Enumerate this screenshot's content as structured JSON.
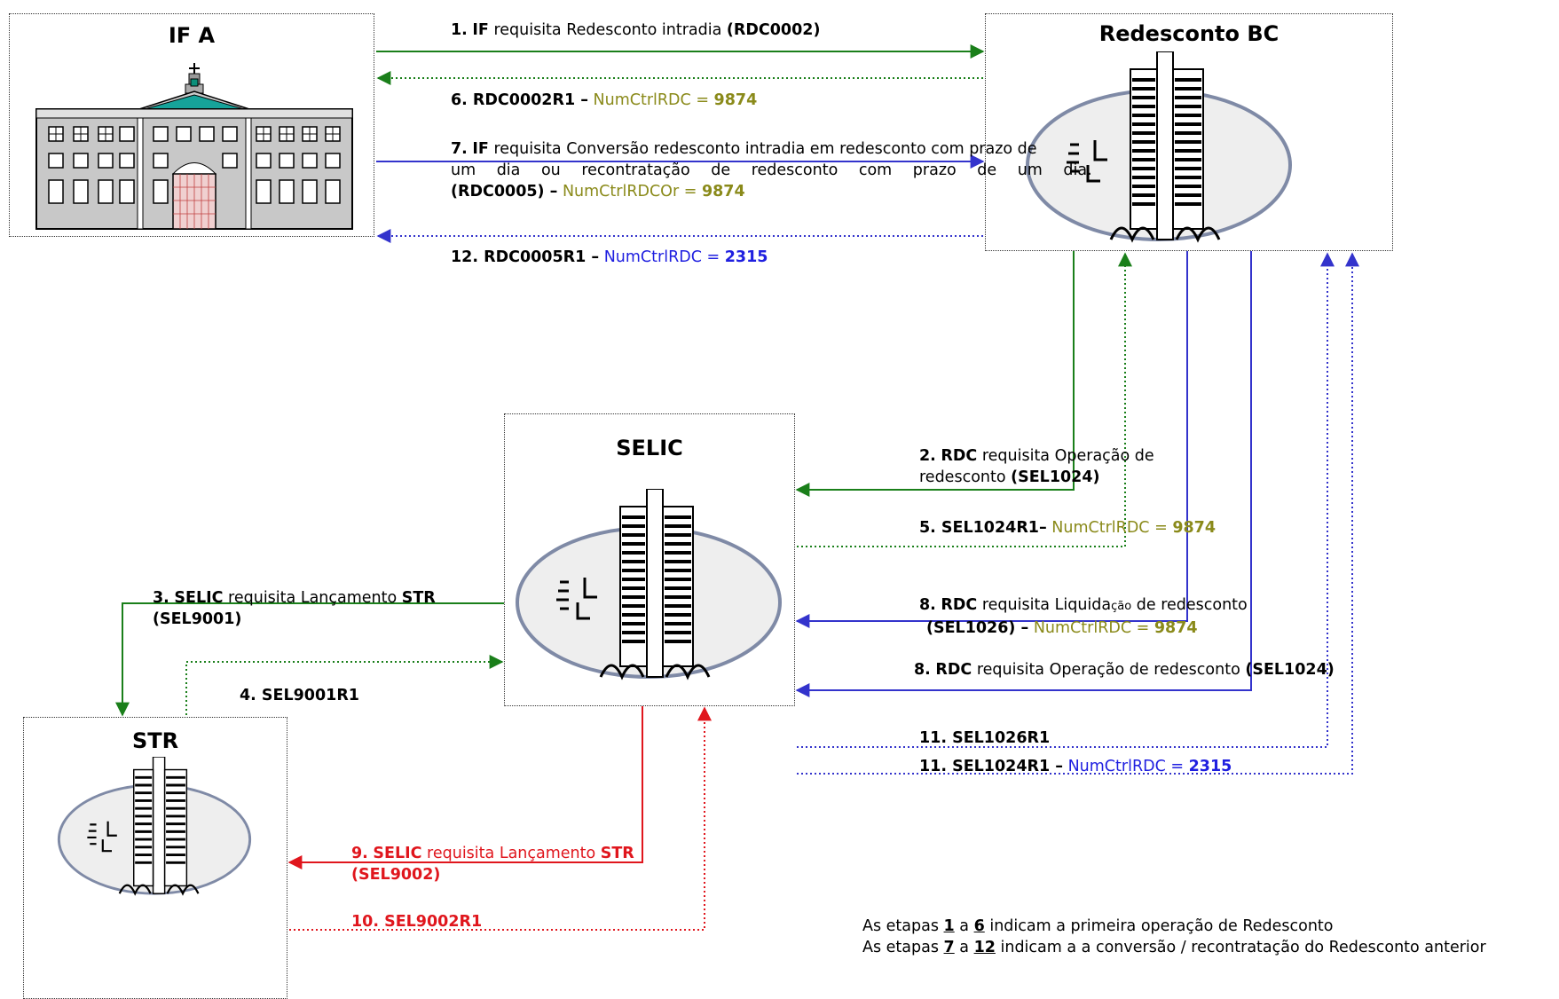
{
  "boxes": {
    "if_a": "IF A",
    "redesconto": "Redesconto BC",
    "selic": "SELIC",
    "str": "STR"
  },
  "steps": {
    "s1": {
      "num": "1.",
      "actor": "IF",
      "text": " requisita Redesconto intradia ",
      "code": "(RDC0002)"
    },
    "s6": {
      "code": "6. RDC0002R1 –",
      "field": " NumCtrlRDC = ",
      "value": "9874"
    },
    "s7": {
      "num": "7.",
      "actor": "IF",
      "text_line1": " requisita Conversão redesconto intradia em redesconto com prazo de",
      "text_line2": "um dia ou recontratação de redesconto com prazo de um dia.",
      "code": "(RDC0005) –",
      "field": " NumCtrlRDCOr = ",
      "value": "9874"
    },
    "s12": {
      "code": "12. RDC0005R1 –",
      "field": " NumCtrlRDC = ",
      "value": "2315"
    },
    "s2": {
      "num": "2.",
      "actor": "RDC",
      "text_line1": " requisita Operação de",
      "text_line2": "redesconto  ",
      "code": "(SEL1024)"
    },
    "s5": {
      "code": "5. SEL1024R1–",
      "field": " NumCtrlRDC = ",
      "value": "9874"
    },
    "s8a": {
      "num": "8.",
      "actor": "RDC",
      "text": "  requisita Liquida",
      "text_small": "ção",
      "text_end": " de redesconto",
      "code": "(SEL1026) –",
      "field": " NumCtrlRDC = ",
      "value": "9874"
    },
    "s8b": {
      "num": "8.",
      "actor": "RDC",
      "text": " requisita Operação de redesconto ",
      "code": "(SEL1024)"
    },
    "s11a": {
      "code": "11. SEL1026R1"
    },
    "s11b": {
      "code": "11. SEL1024R1 –",
      "field": " NumCtrlRDC = ",
      "value": "2315"
    },
    "s3": {
      "num": "3.",
      "actor": "SELIC",
      "text": " requisita Lançamento ",
      "code1": "STR",
      "code2": "(SEL9001)"
    },
    "s4": {
      "code": "4. SEL9001R1"
    },
    "s9": {
      "num": "9.",
      "actor": "SELIC",
      "text": " requisita Lançamento ",
      "code1": "STR",
      "code2": "(SEL9002)"
    },
    "s10": {
      "code": "10. SEL9002R1"
    }
  },
  "notes": {
    "line1": {
      "pre": "As etapas ",
      "a": "1",
      "mid": " a ",
      "b": "6",
      "post": " indicam a primeira operação de Redesconto"
    },
    "line2": {
      "pre": "As etapas ",
      "a": "7",
      "mid": " a ",
      "b": "12",
      "post": " indicam a a conversão / recontratação do Redesconto anterior"
    }
  },
  "colors": {
    "green": "#1a7f1a",
    "blue": "#3333cc",
    "red": "#e0161d",
    "olive": "#8a8a1a"
  },
  "icons": [
    "bank-building-icon",
    "bcb-tower-icon",
    "bcb-logo-icon"
  ]
}
